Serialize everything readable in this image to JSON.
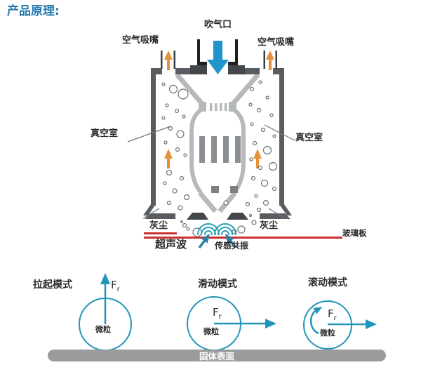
{
  "title": "产品原理:",
  "device": {
    "blow_port_label": "吹气口",
    "left_nozzle_label": "空气吸嘴",
    "right_nozzle_label": "空气吸嘴",
    "left_vacuum_label": "真空室",
    "right_vacuum_label": "真空室",
    "left_dust_label": "灰尘",
    "right_dust_label": "灰尘",
    "glass_label": "玻璃板",
    "ultrasonic_label": "超声波",
    "resonance_label": "传感共振"
  },
  "modes": [
    {
      "title": "拉起模式",
      "force_main": "F",
      "force_sub": "r",
      "particle": "微粒"
    },
    {
      "title": "滑动模式",
      "force_main": "F",
      "force_sub": "r",
      "particle": "微粒"
    },
    {
      "title": "滚动模式",
      "force_main": "F",
      "force_sub": "r",
      "particle": "微粒"
    }
  ],
  "surface_label": "固体表面",
  "colors": {
    "title_blue": "#2478ad",
    "blow_arrow_blue": "#1f95c9",
    "suction_orange": "#e5913a",
    "wave_teal": "#27a0ba",
    "glass_red": "#c8322f",
    "mode_teal": "#2196b9",
    "wall_gray": "#595d61",
    "inner_gray": "#b5b9bb",
    "surface_gray": "#9a9c9e"
  }
}
